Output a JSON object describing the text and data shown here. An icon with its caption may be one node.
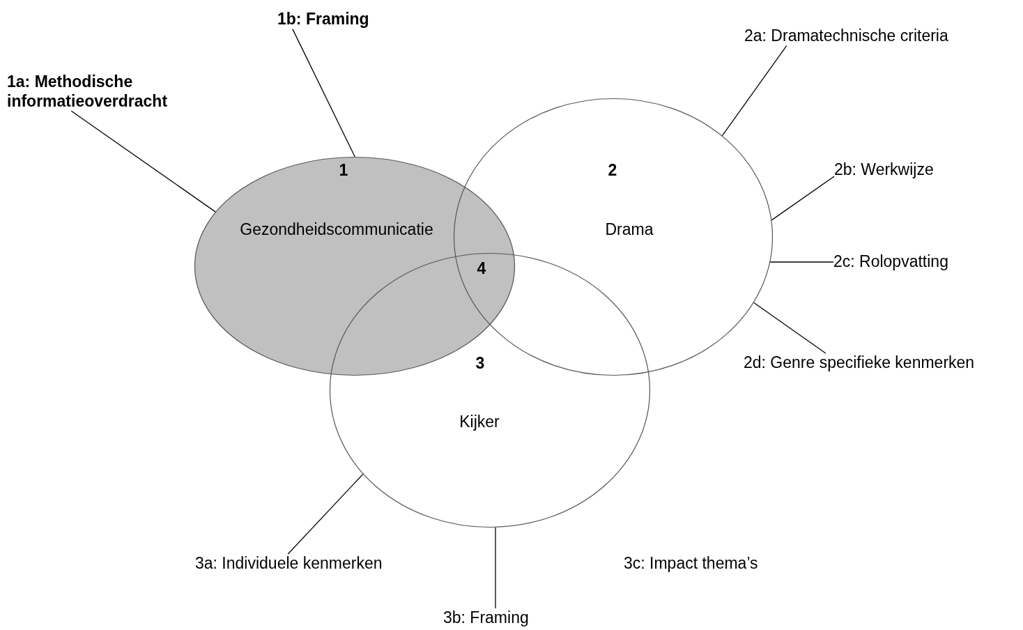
{
  "diagram": {
    "nodes": [
      {
        "text": [
          "1",
          "Gezondheidscommunicatie"
        ]
      },
      {
        "text": [
          "2",
          "Drama"
        ]
      },
      {
        "text": [
          "3",
          "Kijker"
        ]
      },
      {
        "text": [
          "1a: Methodische informatieoverdracht"
        ]
      },
      {
        "text": [
          "1b: Framing"
        ]
      },
      {
        "text": [
          "2a: Dramatechnische criteria"
        ]
      },
      {
        "text": [
          "2b: Werkwijze"
        ]
      },
      {
        "text": [
          "2c: Rolopvatting"
        ]
      },
      {
        "text": [
          "2d: Genre specifieke kenmerken"
        ]
      },
      {
        "text": [
          "3a: Individuele kenmerken"
        ]
      },
      {
        "text": [
          "3b: Framing"
        ]
      }
    ],
    "edges": [
      {
        "from": 3,
        "to": 0,
        "arrow": "none"
      },
      {
        "from": 4,
        "to": 0,
        "arrow": "none"
      },
      {
        "from": 5,
        "to": 1,
        "arrow": "none"
      },
      {
        "from": 6,
        "to": 1,
        "arrow": "none"
      },
      {
        "from": 7,
        "to": 1,
        "arrow": "none"
      },
      {
        "from": 8,
        "to": 1,
        "arrow": "none"
      },
      {
        "from": 9,
        "to": 2,
        "arrow": "none"
      },
      {
        "from": 10,
        "to": 2,
        "arrow": "none"
      }
    ],
    "labels": [
      "4",
      "3c: Impact thema’s"
    ]
  }
}
